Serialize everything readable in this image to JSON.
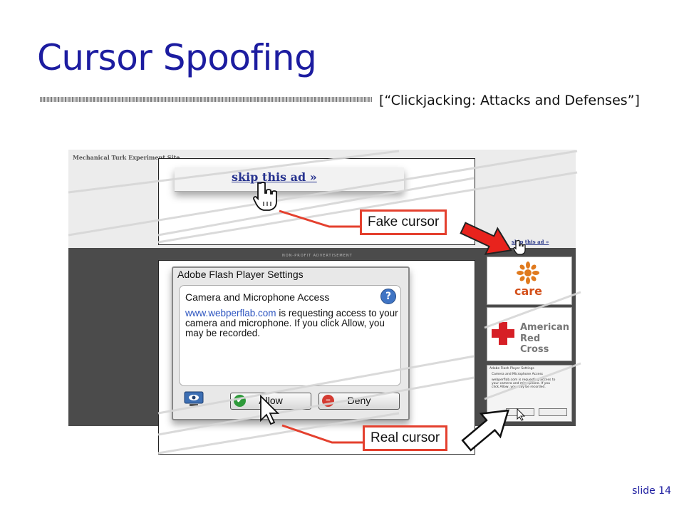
{
  "slide": {
    "title": "Cursor Spoofing",
    "citation": "[“Clickjacking: Attacks and Defenses”]",
    "slide_number": "slide 14"
  },
  "background_screenshot": {
    "site_title": "Mechanical Turk Experiment Site",
    "ad_label": "NON-PROFIT ADVERTISEMENT",
    "skip_small": "skip this ad »",
    "care_text": "care",
    "redcross_line1": "American",
    "redcross_line2": "Red Cross",
    "mini_title": "Adobe Flash Player Settings",
    "mini_subtitle": "Camera and Microphone Access",
    "mini_body": "webperflab.com is requesting access to your camera and microphone. If you click Allow, you may be recorded."
  },
  "zoom_top": {
    "skip_link": "skip this ad »"
  },
  "flash_dialog": {
    "title": "Adobe Flash Player Settings",
    "panel_heading": "Camera and Microphone Access",
    "link_text": "www.webperflab.com",
    "body_text": " is requesting access to your camera and microphone. If you click Allow, you may be recorded.",
    "help_glyph": "?",
    "allow_label": "Allow",
    "deny_label": "Deny",
    "allow_icon": "check-icon",
    "deny_icon": "minus-icon"
  },
  "callouts": {
    "fake_cursor": "Fake cursor",
    "real_cursor": "Real cursor"
  },
  "colors": {
    "title": "#1c1ca0",
    "callout_border": "#e4402e",
    "fake_arrow": "#e8231d",
    "link": "#2d55c0"
  }
}
